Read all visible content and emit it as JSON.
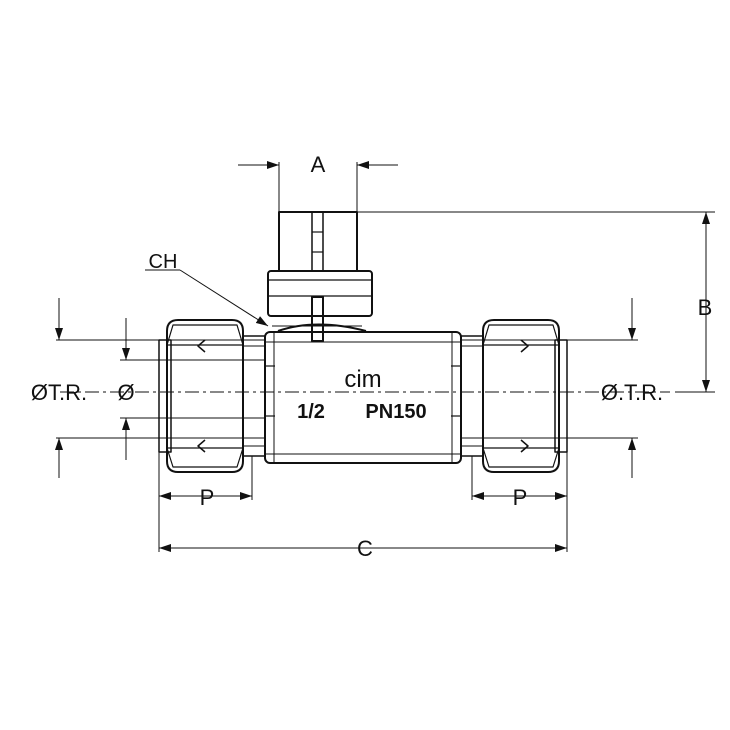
{
  "labels": {
    "dim_a": "A",
    "dim_b": "B",
    "dim_c": "C",
    "dim_p_left": "P",
    "dim_p_right": "P",
    "ch": "CH",
    "otr_left": "ØT.R.",
    "dia": "Ø",
    "otr_right": "Ø.T.R."
  },
  "body_text": {
    "brand": "cim",
    "size": "1/2",
    "pressure": "PN150"
  },
  "colors": {
    "line": "#111111",
    "background": "#ffffff"
  }
}
